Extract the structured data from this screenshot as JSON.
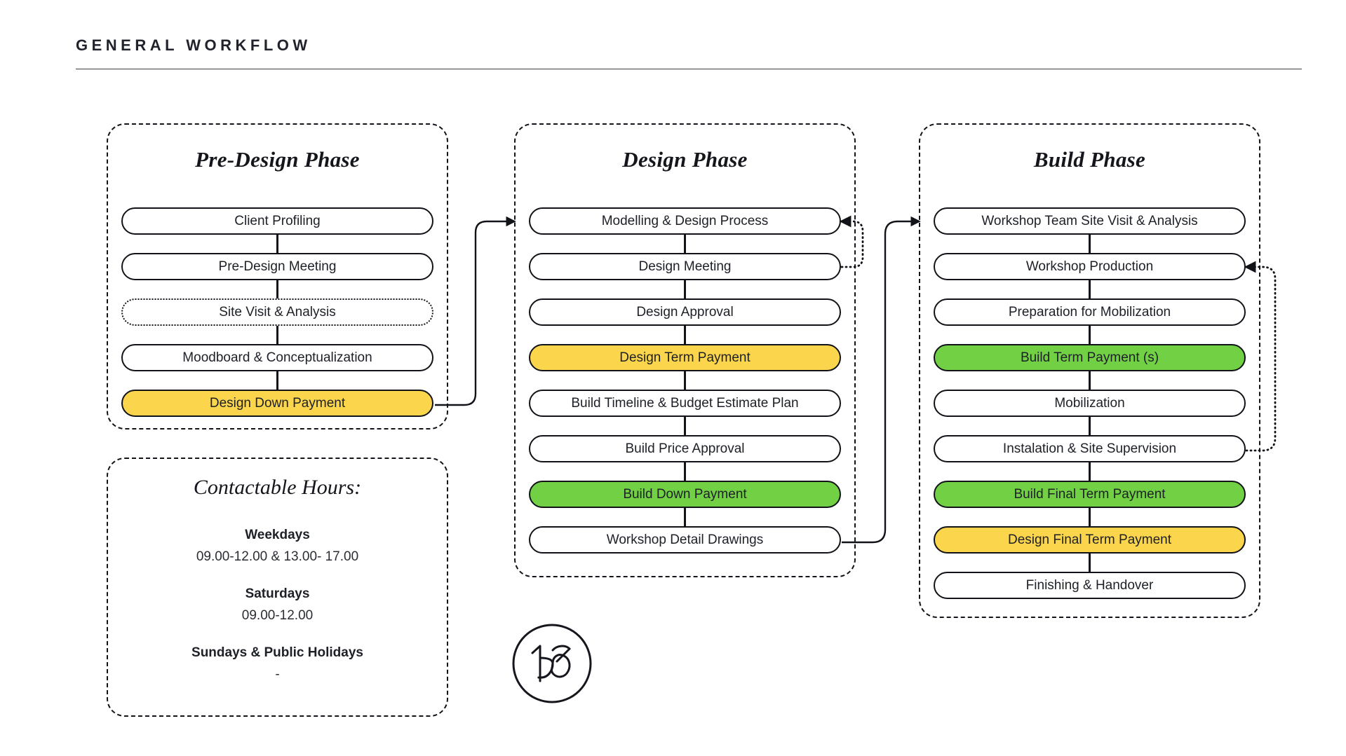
{
  "header": {
    "title": "GENERAL WORKFLOW"
  },
  "colors": {
    "payment_design": "#FBD54B",
    "payment_build": "#72D045",
    "stroke": "#111318",
    "text": "#1d2027"
  },
  "phases": [
    {
      "id": "pre-design",
      "title": "Pre-Design Phase",
      "steps": [
        {
          "label": "Client Profiling",
          "style": "plain"
        },
        {
          "label": "Pre-Design Meeting",
          "style": "plain"
        },
        {
          "label": "Site Visit & Analysis",
          "style": "dotted"
        },
        {
          "label": "Moodboard & Conceptualization",
          "style": "plain"
        },
        {
          "label": "Design Down Payment",
          "style": "yellow"
        }
      ]
    },
    {
      "id": "design",
      "title": "Design Phase",
      "steps": [
        {
          "label": "Modelling & Design Process",
          "style": "plain"
        },
        {
          "label": "Design Meeting",
          "style": "plain"
        },
        {
          "label": "Design Approval",
          "style": "plain"
        },
        {
          "label": "Design Term Payment",
          "style": "yellow"
        },
        {
          "label": "Build Timeline & Budget Estimate Plan",
          "style": "plain"
        },
        {
          "label": "Build Price Approval",
          "style": "plain"
        },
        {
          "label": "Build Down Payment",
          "style": "green"
        },
        {
          "label": "Workshop Detail Drawings",
          "style": "plain"
        }
      ]
    },
    {
      "id": "build",
      "title": "Build Phase",
      "steps": [
        {
          "label": "Workshop Team Site Visit & Analysis",
          "style": "plain"
        },
        {
          "label": "Workshop Production",
          "style": "plain"
        },
        {
          "label": "Preparation for Mobilization",
          "style": "plain"
        },
        {
          "label": "Build Term Payment (s)",
          "style": "green"
        },
        {
          "label": "Mobilization",
          "style": "plain"
        },
        {
          "label": "Instalation & Site Supervision",
          "style": "plain"
        },
        {
          "label": "Build Final Term Payment",
          "style": "green"
        },
        {
          "label": "Design Final Term Payment",
          "style": "yellow"
        },
        {
          "label": "Finishing & Handover",
          "style": "plain"
        }
      ]
    }
  ],
  "contactable_hours": {
    "title": "Contactable Hours:",
    "groups": [
      {
        "day": "Weekdays",
        "time": "09.00-12.00 & 13.00- 17.00"
      },
      {
        "day": "Saturdays",
        "time": "09.00-12.00"
      },
      {
        "day": "Sundays & Public Holidays",
        "time": "-"
      }
    ]
  },
  "logo": {
    "name": "1x3-logo",
    "text": "1∞3"
  }
}
